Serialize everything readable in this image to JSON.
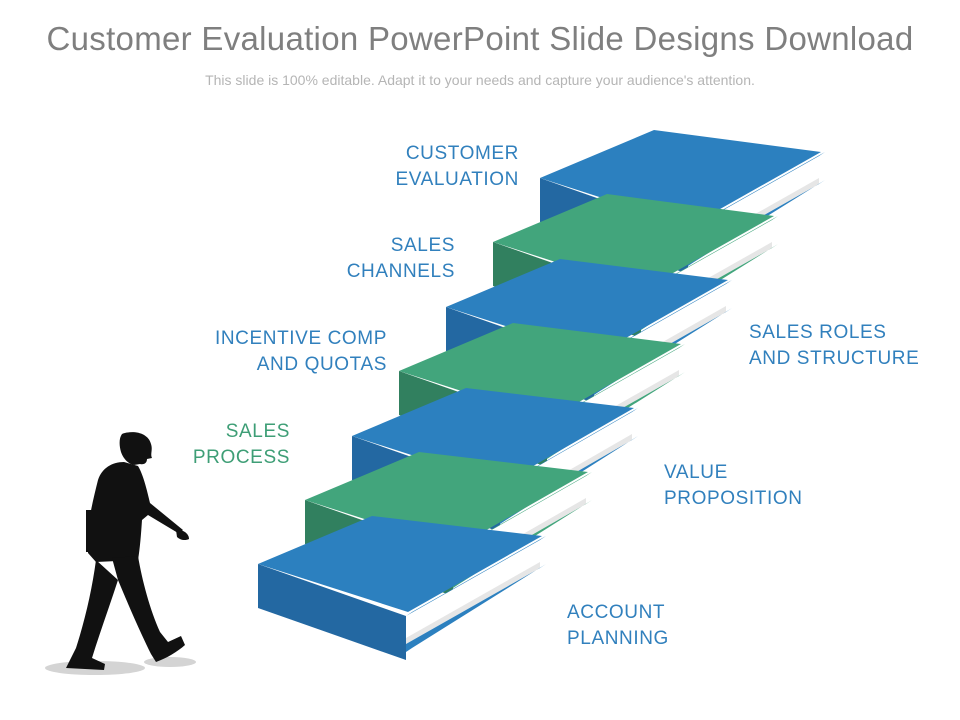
{
  "header": {
    "title": "Customer Evaluation PowerPoint Slide Designs Download",
    "subtitle": "This slide is 100% editable. Adapt it to your needs and capture your audience's attention."
  },
  "colors": {
    "blue": "#2a7ebb",
    "green": "#3e9e76",
    "blue_text": "#3180bd",
    "green_text": "#3e9e76",
    "title_gray": "#7f7f7f",
    "subtitle_gray": "#b5b5b5"
  },
  "steps": [
    {
      "line1": "ACCOUNT",
      "line2": "PLANNING",
      "color": "blue",
      "side": "right"
    },
    {
      "line1": "SALES",
      "line2": "PROCESS",
      "color": "green",
      "side": "left"
    },
    {
      "line1": "VALUE",
      "line2": "PROPOSITION",
      "color": "blue",
      "side": "right"
    },
    {
      "line1": "INCENTIVE  COMP",
      "line2": "AND  QUOTAS",
      "color": "blue",
      "side": "left"
    },
    {
      "line1": "SALES ROLES",
      "line2": "AND  STRUCTURE",
      "color": "blue",
      "side": "right"
    },
    {
      "line1": "SALES",
      "line2": "CHANNELS",
      "color": "blue",
      "side": "left"
    },
    {
      "line1": "CUSTOMER",
      "line2": "EVALUATION",
      "color": "blue",
      "side": "left"
    }
  ],
  "figure": {
    "icon": "walking-businessman-silhouette"
  }
}
